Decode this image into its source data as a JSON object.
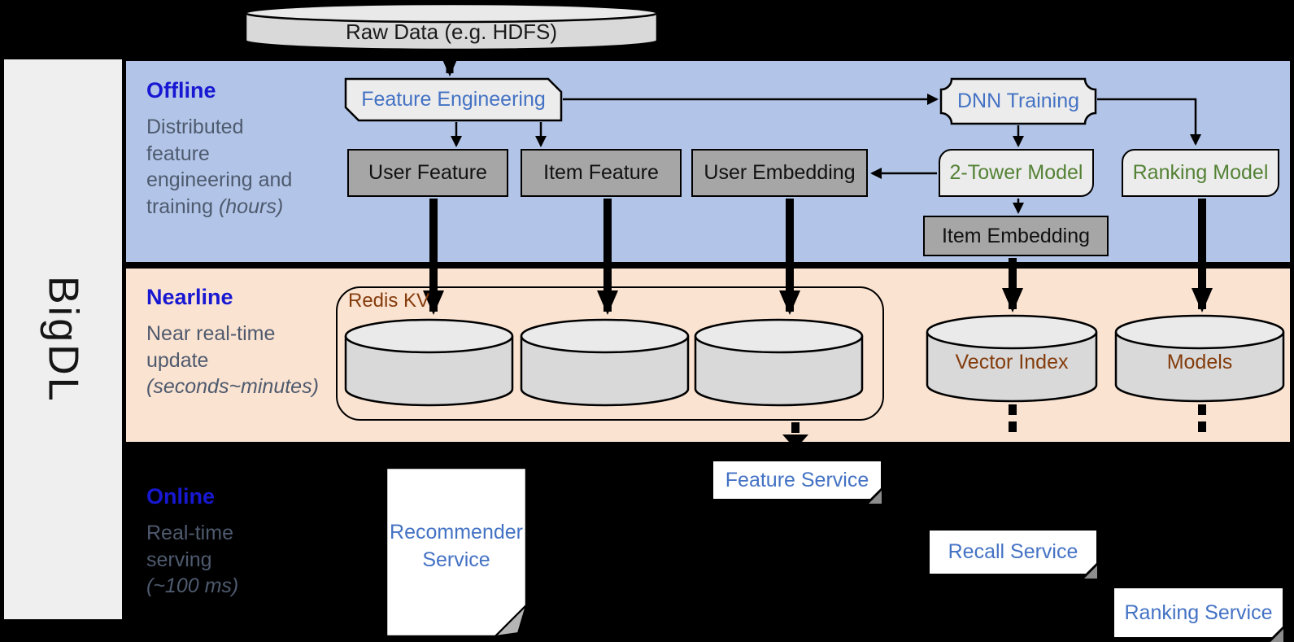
{
  "brand": "BigDL",
  "datasource_label": "Raw Data (e.g. HDFS)",
  "sections": {
    "offline": {
      "title": "Offline",
      "description_lines": [
        "Distributed",
        "feature",
        "engineering and",
        "training"
      ],
      "description_note": "(hours)"
    },
    "nearline": {
      "title": "Nearline",
      "description_lines": [
        "Near real-time",
        "update"
      ],
      "description_note": "(seconds~minutes)"
    },
    "online": {
      "title": "Online",
      "description_lines": [
        "Real-time",
        "serving"
      ],
      "description_note": "(~100 ms)"
    }
  },
  "offline_nodes": {
    "feature_engineering": "Feature Engineering",
    "dnn_training": "DNN Training",
    "user_feature": "User Feature",
    "item_feature": "Item Feature",
    "user_embedding": "User Embedding",
    "two_tower_model": "2-Tower Model",
    "ranking_model": "Ranking Model",
    "item_embedding": "Item Embedding"
  },
  "nearline_nodes": {
    "redis_kv": "Redis KV",
    "vector_index": "Vector Index",
    "models": "Models"
  },
  "online_nodes": {
    "recommender_service": "Recommender Service",
    "feature_service": "Feature Service",
    "recall_service": "Recall Service",
    "ranking_service": "Ranking Service"
  },
  "colors": {
    "background": "#000000",
    "offline_band": "#b2c5e8",
    "nearline_band": "#fbe3d1",
    "section_title_blue": "#1818d2",
    "description_gray": "#4e5a6e",
    "node_label_blue": "#4472c4",
    "model_label_green": "#548235",
    "storage_label_brown": "#843c0c",
    "node_dark_gray": "#a6a6a6",
    "node_light_gray": "#ececec",
    "cylinder_gray": "#d9d9d9",
    "sidebar_gray": "#efefef"
  }
}
